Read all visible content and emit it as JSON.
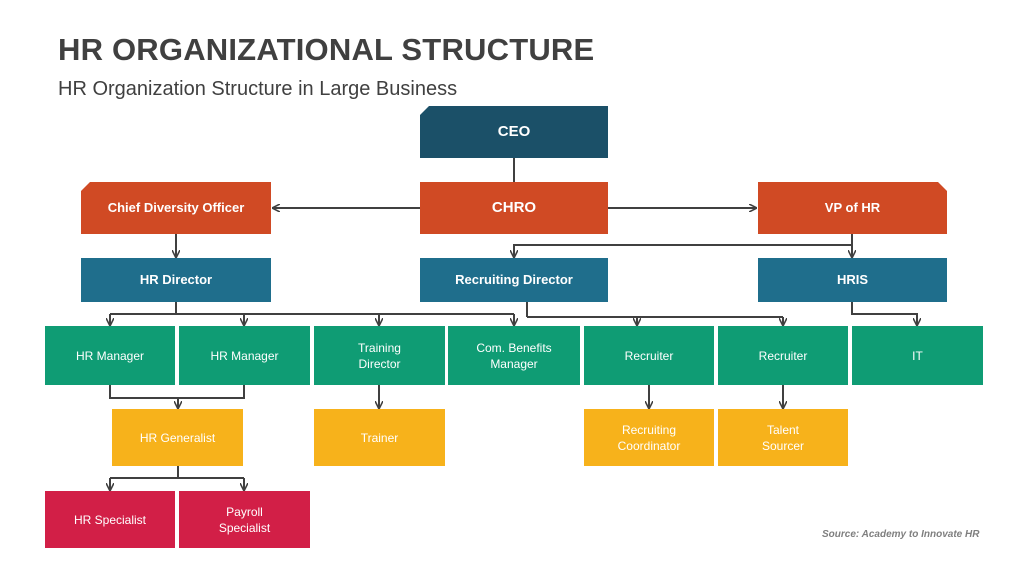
{
  "header": {
    "title": "HR ORGANIZATIONAL STRUCTURE",
    "subtitle": "HR Organization Structure in Large Business"
  },
  "nodes": {
    "ceo": "CEO",
    "chro": "CHRO",
    "cdo": "Chief Diversity Officer",
    "vphr": "VP of HR",
    "hr_director": "HR Director",
    "recruiting_director": "Recruiting Director",
    "hris": "HRIS",
    "hr_manager_1": "HR Manager",
    "hr_manager_2": "HR Manager",
    "training_director": "Training\nDirector",
    "benefits_manager": "Com. Benefits\nManager",
    "recruiter_1": "Recruiter",
    "recruiter_2": "Recruiter",
    "it": "IT",
    "hr_generalist": "HR Generalist",
    "trainer": "Trainer",
    "recruiting_coordinator": "Recruiting\nCoordinator",
    "talent_sourcer": "Talent\nSourcer",
    "hr_specialist": "HR Specialist",
    "payroll_specialist": "Payroll\nSpecialist"
  },
  "footer": {
    "source": "Source: Academy to Innovate HR"
  },
  "colors": {
    "navy": "#1b5068",
    "red": "#d04a24",
    "blue": "#1f6e8c",
    "green": "#0f9c74",
    "yellow": "#f7b21b",
    "crimson": "#d21f47",
    "connector": "#404040"
  }
}
